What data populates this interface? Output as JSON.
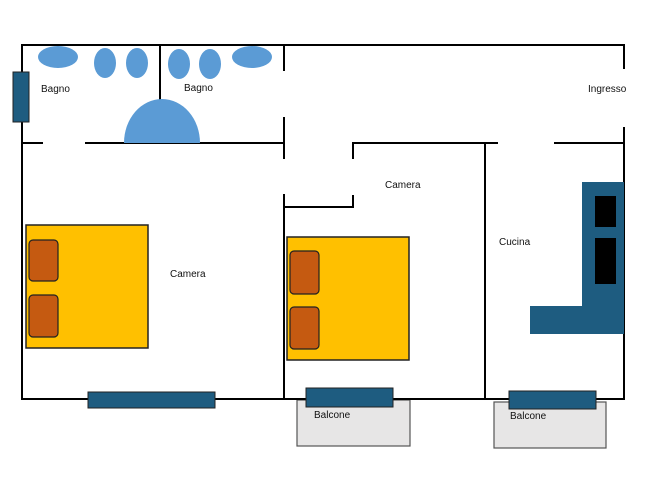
{
  "rooms": {
    "bathroom_left": "Bagno",
    "bathroom_right": "Bagno",
    "entrance": "Ingresso",
    "bedroom_left": "Camera",
    "bedroom_middle": "Camera",
    "kitchen": "Cucina",
    "balcony_middle": "Balcone",
    "balcony_right": "Balcone"
  },
  "colors": {
    "wall": "#000000",
    "bed": "#ffc000",
    "pillow": "#c55a11",
    "furniture": "#1e5c80",
    "fixture": "#5b9bd5",
    "balcony": "#e7e6e6",
    "stove": "#000000"
  }
}
